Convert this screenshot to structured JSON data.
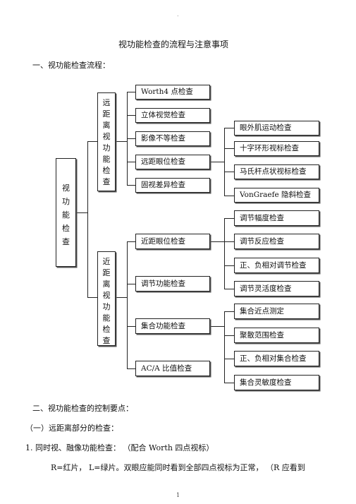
{
  "header_dot": ".",
  "title": "视功能检查的流程与注意事项",
  "section1": "一、视功能检查流程：",
  "flow": {
    "root": [
      "视",
      "功",
      "能",
      "检",
      "查"
    ],
    "far": [
      "远",
      "距",
      "离",
      "视",
      "功",
      "能",
      "检",
      "查"
    ],
    "near": [
      "近",
      "距",
      "离",
      "视",
      "功",
      "能",
      "检",
      "查"
    ],
    "far_items": [
      "Worth4 点检查",
      "立体视觉检查",
      "影像不等检查",
      "远距眼位检查",
      "固视差异检查"
    ],
    "far_eye_items": [
      "眼外肌运动检查",
      "十字环形视标检查",
      "马氏杆点状视标检查",
      "VonGraefe 隐斜检查"
    ],
    "near_items": [
      "近距眼位检查",
      "调节功能检查",
      "集合功能检查",
      "AC/A 比值检查"
    ],
    "accom_items": [
      "调节幅度检查",
      "调节反应检查",
      "正、负相对调节检查",
      "调节灵活度检查"
    ],
    "conv_items": [
      "集合近点测定",
      "聚散范围检查",
      "正、负相对集合检查",
      "集合灵敏度检查"
    ]
  },
  "section2": "二、视功能检查的控制要点：",
  "sub1": "（一）远距离部分的检查：",
  "item1": "1. 同时视、融像功能检查：  （配合 Worth 四点视标）",
  "item1_line": "R=红片，  L=绿片。双眼应能同时看到全部四点视标为正常，    （R 应看到",
  "page_number": "1"
}
